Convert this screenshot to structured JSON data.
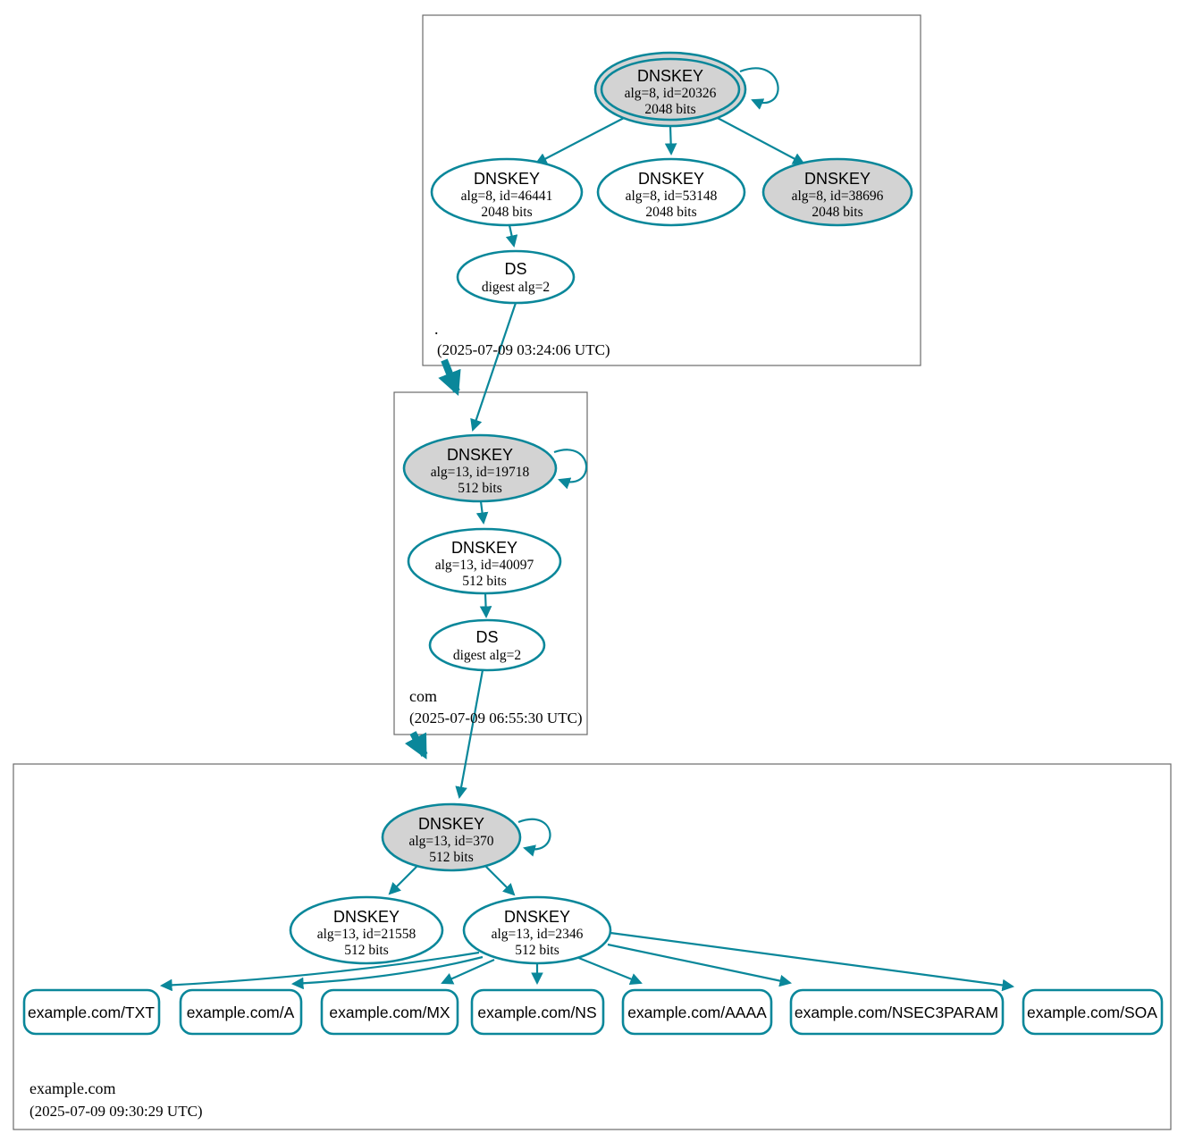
{
  "colors": {
    "edge": "#0a879a",
    "sep_key_fill": "#d3d3d3",
    "node_fill": "#ffffff",
    "zone_border": "#6b6b6b",
    "background": "#ffffff",
    "text": "#000000"
  },
  "zones": {
    "root": {
      "label": ".",
      "timestamp": "(2025-07-09 03:24:06 UTC)",
      "nodes": {
        "ksk": {
          "title": "DNSKEY",
          "attrs": "alg=8, id=20326",
          "size": "2048 bits"
        },
        "zsk1": {
          "title": "DNSKEY",
          "attrs": "alg=8, id=46441",
          "size": "2048 bits"
        },
        "zsk2": {
          "title": "DNSKEY",
          "attrs": "alg=8, id=53148",
          "size": "2048 bits"
        },
        "key3": {
          "title": "DNSKEY",
          "attrs": "alg=8, id=38696",
          "size": "2048 bits"
        },
        "ds": {
          "title": "DS",
          "attrs": "digest alg=2"
        }
      }
    },
    "com": {
      "label": "com",
      "timestamp": "(2025-07-09 06:55:30 UTC)",
      "nodes": {
        "ksk": {
          "title": "DNSKEY",
          "attrs": "alg=13, id=19718",
          "size": "512 bits"
        },
        "zsk": {
          "title": "DNSKEY",
          "attrs": "alg=13, id=40097",
          "size": "512 bits"
        },
        "ds": {
          "title": "DS",
          "attrs": "digest alg=2"
        }
      }
    },
    "example_com": {
      "label": "example.com",
      "timestamp": "(2025-07-09 09:30:29 UTC)",
      "nodes": {
        "ksk": {
          "title": "DNSKEY",
          "attrs": "alg=13, id=370",
          "size": "512 bits"
        },
        "key2": {
          "title": "DNSKEY",
          "attrs": "alg=13, id=21558",
          "size": "512 bits"
        },
        "zsk": {
          "title": "DNSKEY",
          "attrs": "alg=13, id=2346",
          "size": "512 bits"
        }
      },
      "rrsets": [
        {
          "label": "example.com/TXT"
        },
        {
          "label": "example.com/A"
        },
        {
          "label": "example.com/MX"
        },
        {
          "label": "example.com/NS"
        },
        {
          "label": "example.com/AAAA"
        },
        {
          "label": "example.com/NSEC3PARAM"
        },
        {
          "label": "example.com/SOA"
        }
      ]
    }
  }
}
